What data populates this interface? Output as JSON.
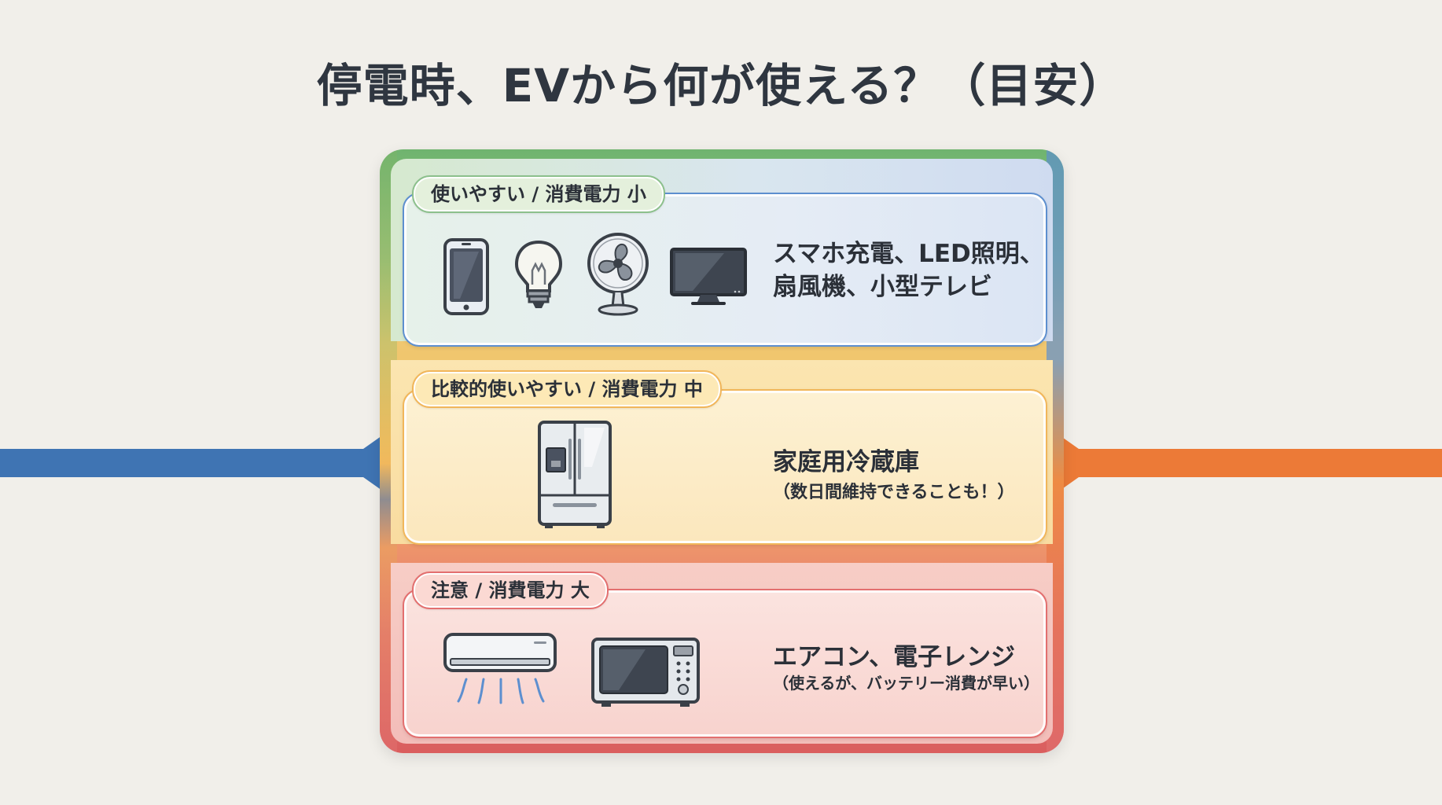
{
  "title": "停電時、EVから何が使える？（目安）",
  "colors": {
    "left_line": "#3f74b3",
    "right_line": "#ec7a37",
    "low_power": "#8cc08c",
    "medium_power": "#f1b65a",
    "high_power": "#e36f6f"
  },
  "tiers": [
    {
      "label": "使いやすい / 消費電力 小",
      "description_lines": [
        "スマホ充電、LED照明、",
        "扇風機、小型テレビ"
      ],
      "icons": [
        "smartphone-icon",
        "light-bulb-icon",
        "electric-fan-icon",
        "television-icon"
      ]
    },
    {
      "label": "比較的使いやすい / 消費電力 中",
      "description": "家庭用冷蔵庫",
      "note": "（数日間維持できることも！）",
      "icons": [
        "refrigerator-icon"
      ]
    },
    {
      "label": "注意 / 消費電力 大",
      "description": "エアコン、電子レンジ",
      "note": "（使えるが、バッテリー消費が早い）",
      "icons": [
        "air-conditioner-icon",
        "microwave-icon"
      ]
    }
  ]
}
